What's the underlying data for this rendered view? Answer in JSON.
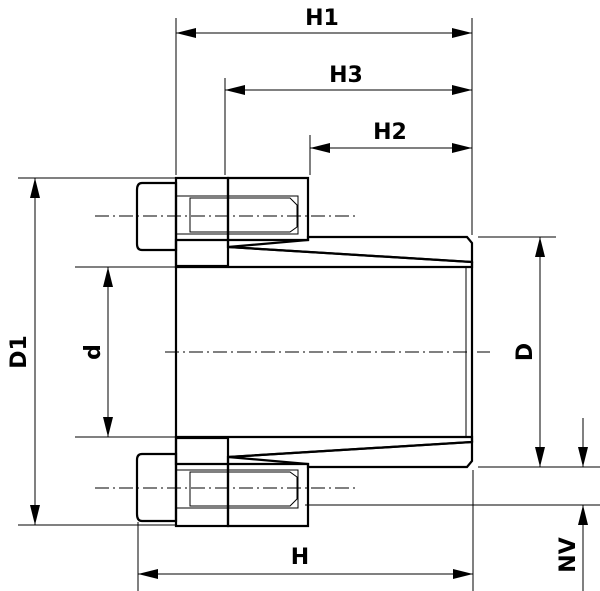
{
  "drawing": {
    "title": "Shaft locking device (keyless bushing) dimension drawing",
    "labels": {
      "H1": "H1",
      "H3": "H3",
      "H2": "H2",
      "D1": "D1",
      "d": "d",
      "D": "D",
      "H": "H",
      "NV": "NV"
    },
    "colors": {
      "line": "#000000",
      "background": "#ffffff"
    }
  }
}
